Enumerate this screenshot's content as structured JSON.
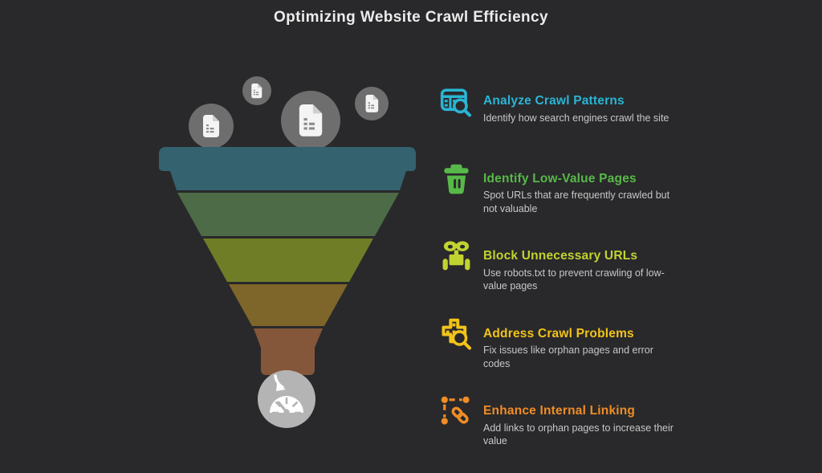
{
  "page": {
    "title": "Optimizing Website Crawl Efficiency",
    "background": "#29292b",
    "title_color": "#ececec"
  },
  "funnel": {
    "doc_circle_color": "#6e6e6e",
    "gauge_circle_color": "#b4b4b4",
    "bands": [
      {
        "color": "#34626f"
      },
      {
        "color": "#4e6b48"
      },
      {
        "color": "#6f7d27"
      },
      {
        "color": "#7e662a"
      },
      {
        "color": "#84573a"
      }
    ],
    "icons": {
      "documents": "document-icon",
      "gauge": "gauge-icon",
      "arrow": "down-arrow-icon"
    }
  },
  "steps": [
    {
      "icon": "table-search-icon",
      "color": "#2ab5d4",
      "title": "Analyze Crawl Patterns",
      "description": "Identify how search engines crawl the site"
    },
    {
      "icon": "trash-icon",
      "color": "#57b948",
      "title": "Identify Low-Value Pages",
      "description": "Spot URLs that are frequently crawled but not valuable"
    },
    {
      "icon": "robot-icon",
      "color": "#c1d32f",
      "title": "Block Unnecessary URLs",
      "description": "Use robots.txt to prevent crawling of low-value pages"
    },
    {
      "icon": "grid-search-icon",
      "color": "#f2c319",
      "title": "Address Crawl Problems",
      "description": "Fix issues like orphan pages and error codes"
    },
    {
      "icon": "link-chain-icon",
      "color": "#ef8d26",
      "title": "Enhance Internal Linking",
      "description": "Add links to orphan pages to increase their value"
    }
  ]
}
